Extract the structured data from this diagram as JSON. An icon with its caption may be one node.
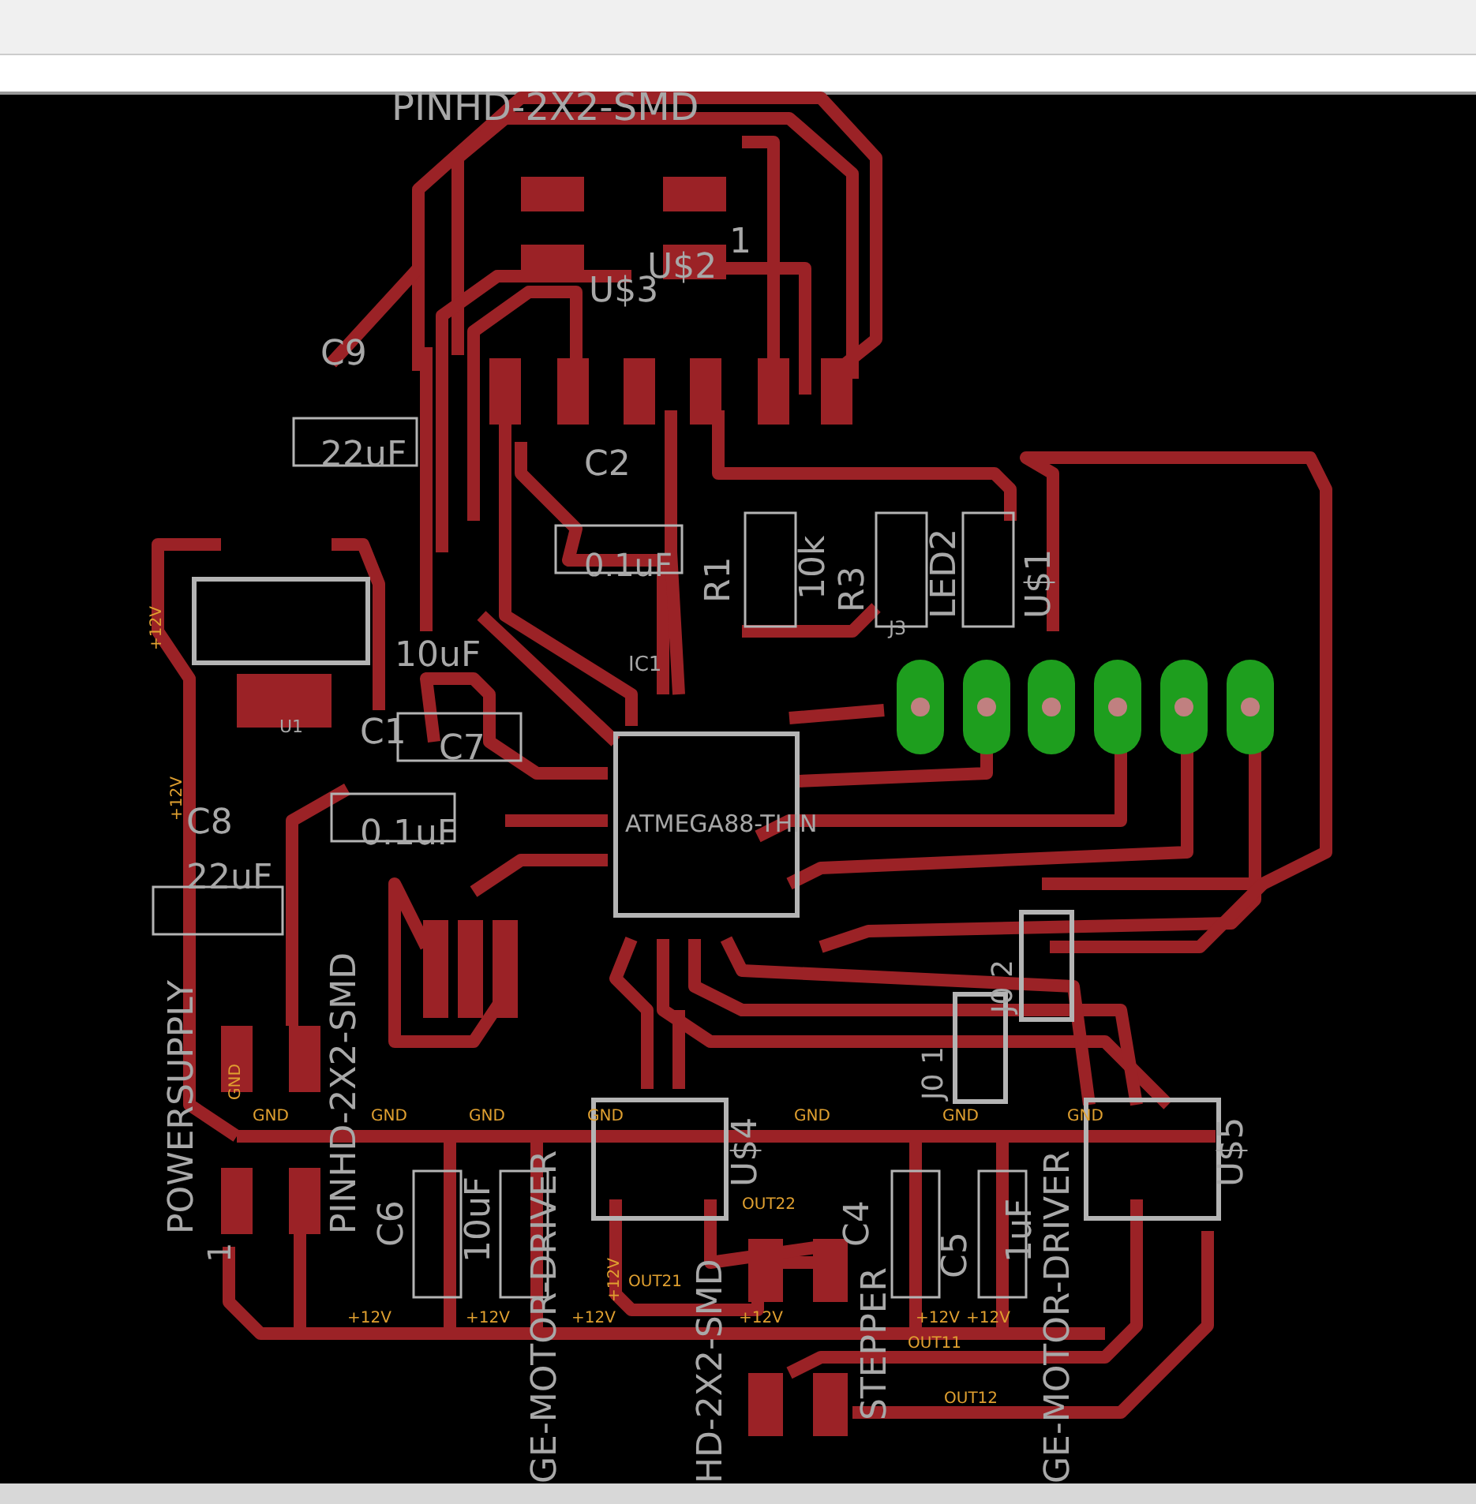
{
  "diagram": {
    "labels": [
      "PINHD-2X2-SMD",
      "1",
      "U$2",
      "U$3",
      "C9",
      "22uF",
      "C2",
      "0.1uF",
      "R1",
      "10k",
      "R3",
      "LED2",
      "U$1",
      "J3",
      "IC1",
      "10uF",
      "U1",
      "C1",
      "C7",
      "ATMEGA88-THIN",
      "0.1uF",
      "C8",
      "22uF",
      "POWERSUPPLY",
      "1",
      "PINHD-2X2-SMD",
      "C6",
      "10uF",
      "GE-MOTOR-DRIVER",
      "U$4",
      "HD-2X2-SMD",
      "C4",
      "STEPPER",
      "C5",
      "1uF",
      "GE-MOTOR-DRIVER",
      "U$5",
      "J0 1",
      "J0 2",
      "+12V",
      "+12V",
      "GND",
      "GND",
      "GND",
      "GND",
      "GND",
      "GND",
      "GND",
      "GND",
      "OUT22",
      "OUT21",
      "+12V",
      "+12V",
      "+12V",
      "+12V",
      "+12V",
      "+12V",
      "+12V",
      "OUT11",
      "OUT12"
    ]
  }
}
